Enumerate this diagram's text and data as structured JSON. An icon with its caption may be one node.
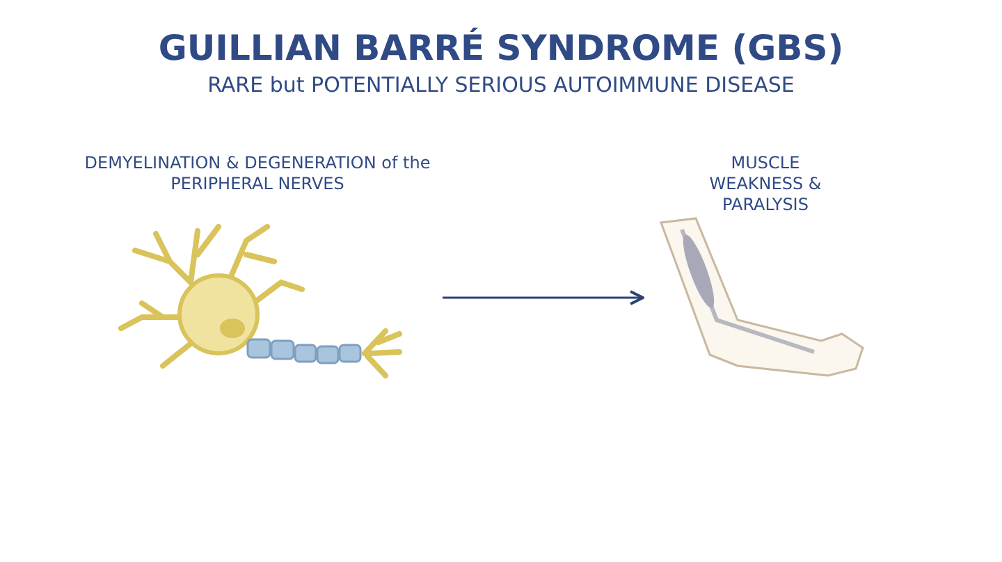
{
  "diagram": {
    "title": "GUILLIAN BARRÉ SYNDROME (GBS)",
    "nodes": [
      {
        "text": [
          "DEMYELINATION & DEGENERATION of the PERIPHERAL NERVES"
        ]
      },
      {
        "text": [
          "MUSCLE WEAKNESS & PARALYSIS"
        ]
      }
    ],
    "edges": [
      {
        "from": 0,
        "to": 1,
        "arrow": "to"
      }
    ],
    "labels": [
      "RARE but POTENTIALLY SERIOUS AUTOIMMUNE DISEASE"
    ]
  }
}
